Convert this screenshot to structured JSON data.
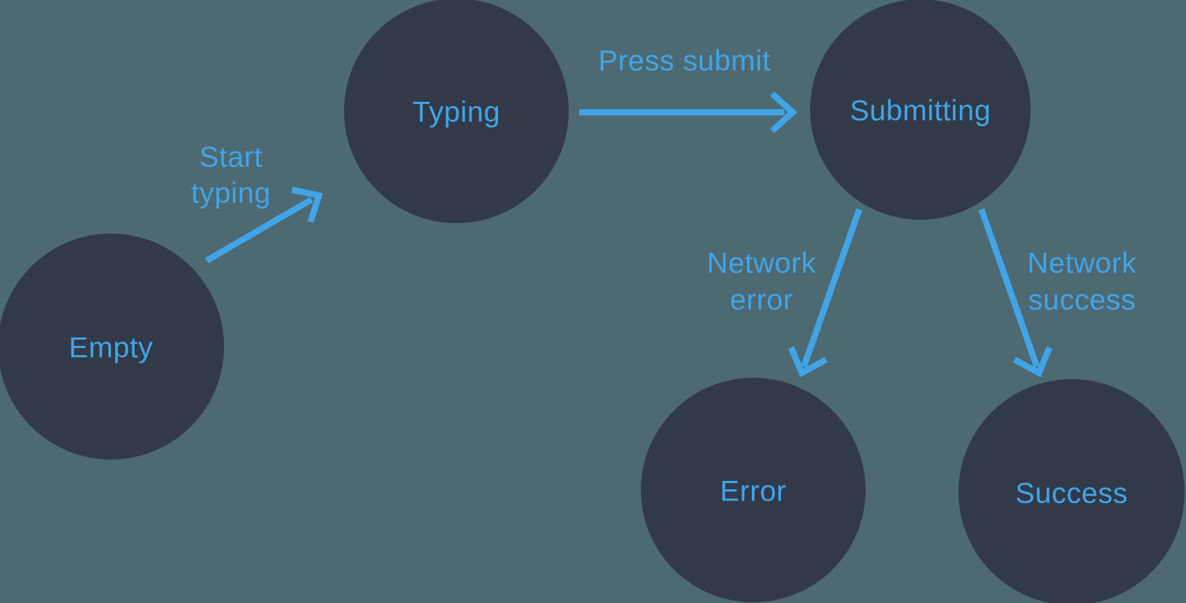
{
  "diagram": {
    "type": "state-machine",
    "colors": {
      "background": "#4d6972",
      "node_fill": "#323a49",
      "accent": "#41a4e7"
    },
    "nodes": [
      {
        "id": "empty",
        "label": "Empty"
      },
      {
        "id": "typing",
        "label": "Typing"
      },
      {
        "id": "submitting",
        "label": "Submitting"
      },
      {
        "id": "error",
        "label": "Error"
      },
      {
        "id": "success",
        "label": "Success"
      }
    ],
    "transitions": [
      {
        "from": "empty",
        "to": "typing",
        "label_line1": "Start",
        "label_line2": "typing"
      },
      {
        "from": "typing",
        "to": "submitting",
        "label_line1": "Press submit",
        "label_line2": ""
      },
      {
        "from": "submitting",
        "to": "error",
        "label_line1": "Network",
        "label_line2": "error"
      },
      {
        "from": "submitting",
        "to": "success",
        "label_line1": "Network",
        "label_line2": "success"
      }
    ]
  }
}
